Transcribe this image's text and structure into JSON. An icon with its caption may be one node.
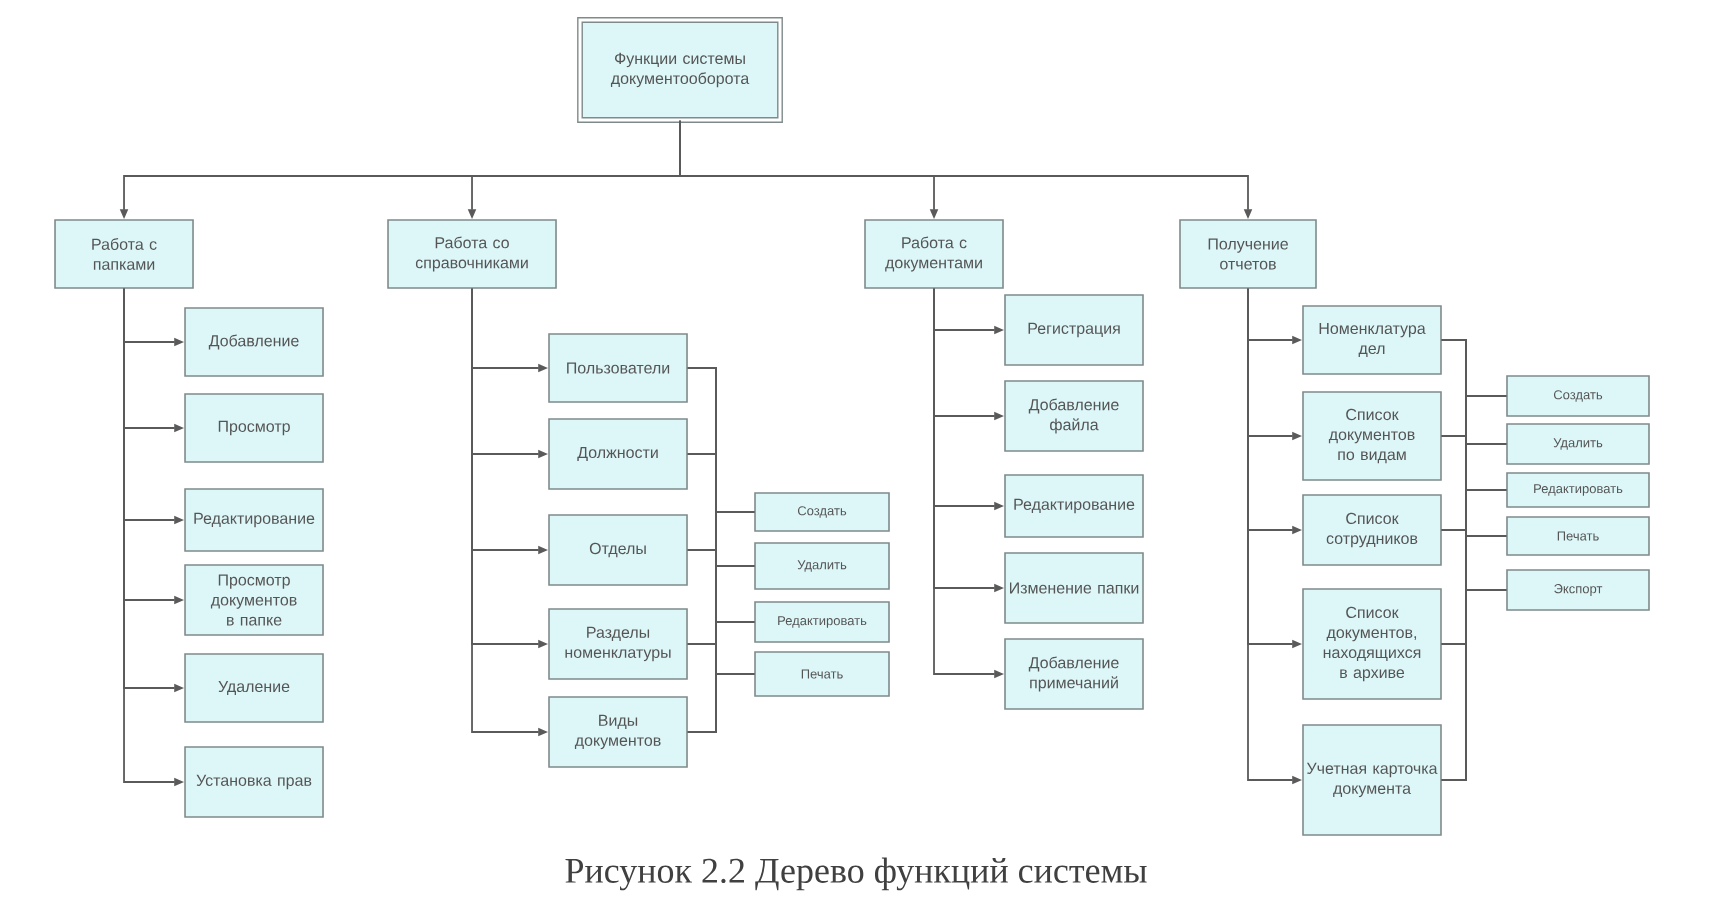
{
  "diagram": {
    "caption": "Рисунок 2.2 Дерево функций системы",
    "nodes": [
      {
        "text": [
          "Функции системы документооборота"
        ]
      },
      {
        "text": [
          "Работа с папками"
        ]
      },
      {
        "text": [
          "Работа со справочниками"
        ]
      },
      {
        "text": [
          "Работа с документами"
        ]
      },
      {
        "text": [
          "Получение отчетов"
        ]
      },
      {
        "text": [
          "Добавление"
        ]
      },
      {
        "text": [
          "Просмотр"
        ]
      },
      {
        "text": [
          "Редактирование"
        ]
      },
      {
        "text": [
          "Просмотр документов в папке"
        ]
      },
      {
        "text": [
          "Удаление"
        ]
      },
      {
        "text": [
          "Установка прав"
        ]
      },
      {
        "text": [
          "Пользователи"
        ]
      },
      {
        "text": [
          "Должности"
        ]
      },
      {
        "text": [
          "Отделы"
        ]
      },
      {
        "text": [
          "Разделы номенклатуры"
        ]
      },
      {
        "text": [
          "Виды документов"
        ]
      },
      {
        "text": [
          "Создать"
        ]
      },
      {
        "text": [
          "Удалить"
        ]
      },
      {
        "text": [
          "Редактировать"
        ]
      },
      {
        "text": [
          "Печать"
        ]
      },
      {
        "text": [
          "Регистрация"
        ]
      },
      {
        "text": [
          "Добавление файла"
        ]
      },
      {
        "text": [
          "Редактирование"
        ]
      },
      {
        "text": [
          "Изменение папки"
        ]
      },
      {
        "text": [
          "Добавление примечаний"
        ]
      },
      {
        "text": [
          "Номенклатура дел"
        ]
      },
      {
        "text": [
          "Список документов по видам"
        ]
      },
      {
        "text": [
          "Список сотрудников"
        ]
      },
      {
        "text": [
          "Список документов, находящихся в архиве"
        ]
      },
      {
        "text": [
          "Учетная карточка документа"
        ]
      },
      {
        "text": [
          "Создать"
        ]
      },
      {
        "text": [
          "Удалить"
        ]
      },
      {
        "text": [
          "Редактировать"
        ]
      },
      {
        "text": [
          "Печать"
        ]
      },
      {
        "text": [
          "Экспорт"
        ]
      }
    ],
    "edges": [
      {
        "from": 0,
        "to": 1,
        "arrow": "to"
      },
      {
        "from": 0,
        "to": 2,
        "arrow": "to"
      },
      {
        "from": 0,
        "to": 3,
        "arrow": "to"
      },
      {
        "from": 0,
        "to": 4,
        "arrow": "to"
      },
      {
        "from": 1,
        "to": 5,
        "arrow": "to"
      },
      {
        "from": 1,
        "to": 6,
        "arrow": "to"
      },
      {
        "from": 1,
        "to": 7,
        "arrow": "to"
      },
      {
        "from": 1,
        "to": 8,
        "arrow": "to"
      },
      {
        "from": 1,
        "to": 9,
        "arrow": "to"
      },
      {
        "from": 1,
        "to": 10,
        "arrow": "to"
      },
      {
        "from": 2,
        "to": 11,
        "arrow": "to"
      },
      {
        "from": 2,
        "to": 12,
        "arrow": "to"
      },
      {
        "from": 2,
        "to": 13,
        "arrow": "to"
      },
      {
        "from": 2,
        "to": 14,
        "arrow": "to"
      },
      {
        "from": 2,
        "to": 15,
        "arrow": "to"
      },
      {
        "from": 11,
        "to": 16,
        "arrow": "none"
      },
      {
        "from": 11,
        "to": 17,
        "arrow": "none"
      },
      {
        "from": 11,
        "to": 18,
        "arrow": "none"
      },
      {
        "from": 11,
        "to": 19,
        "arrow": "none"
      },
      {
        "from": 12,
        "to": 16,
        "arrow": "none"
      },
      {
        "from": 12,
        "to": 17,
        "arrow": "none"
      },
      {
        "from": 12,
        "to": 18,
        "arrow": "none"
      },
      {
        "from": 12,
        "to": 19,
        "arrow": "none"
      },
      {
        "from": 13,
        "to": 16,
        "arrow": "none"
      },
      {
        "from": 13,
        "to": 17,
        "arrow": "none"
      },
      {
        "from": 13,
        "to": 18,
        "arrow": "none"
      },
      {
        "from": 13,
        "to": 19,
        "arrow": "none"
      },
      {
        "from": 14,
        "to": 16,
        "arrow": "none"
      },
      {
        "from": 14,
        "to": 17,
        "arrow": "none"
      },
      {
        "from": 14,
        "to": 18,
        "arrow": "none"
      },
      {
        "from": 14,
        "to": 19,
        "arrow": "none"
      },
      {
        "from": 15,
        "to": 16,
        "arrow": "none"
      },
      {
        "from": 15,
        "to": 17,
        "arrow": "none"
      },
      {
        "from": 15,
        "to": 18,
        "arrow": "none"
      },
      {
        "from": 15,
        "to": 19,
        "arrow": "none"
      },
      {
        "from": 3,
        "to": 20,
        "arrow": "to"
      },
      {
        "from": 3,
        "to": 21,
        "arrow": "to"
      },
      {
        "from": 3,
        "to": 22,
        "arrow": "to"
      },
      {
        "from": 3,
        "to": 23,
        "arrow": "to"
      },
      {
        "from": 3,
        "to": 24,
        "arrow": "to"
      },
      {
        "from": 4,
        "to": 25,
        "arrow": "to"
      },
      {
        "from": 4,
        "to": 26,
        "arrow": "to"
      },
      {
        "from": 4,
        "to": 27,
        "arrow": "to"
      },
      {
        "from": 4,
        "to": 28,
        "arrow": "to"
      },
      {
        "from": 4,
        "to": 29,
        "arrow": "to"
      },
      {
        "from": 25,
        "to": 30,
        "arrow": "none"
      },
      {
        "from": 25,
        "to": 31,
        "arrow": "none"
      },
      {
        "from": 25,
        "to": 32,
        "arrow": "none"
      },
      {
        "from": 25,
        "to": 33,
        "arrow": "none"
      },
      {
        "from": 25,
        "to": 34,
        "arrow": "none"
      },
      {
        "from": 26,
        "to": 30,
        "arrow": "none"
      },
      {
        "from": 26,
        "to": 31,
        "arrow": "none"
      },
      {
        "from": 26,
        "to": 32,
        "arrow": "none"
      },
      {
        "from": 26,
        "to": 33,
        "arrow": "none"
      },
      {
        "from": 26,
        "to": 34,
        "arrow": "none"
      },
      {
        "from": 27,
        "to": 30,
        "arrow": "none"
      },
      {
        "from": 27,
        "to": 31,
        "arrow": "none"
      },
      {
        "from": 27,
        "to": 32,
        "arrow": "none"
      },
      {
        "from": 27,
        "to": 33,
        "arrow": "none"
      },
      {
        "from": 27,
        "to": 34,
        "arrow": "none"
      },
      {
        "from": 28,
        "to": 30,
        "arrow": "none"
      },
      {
        "from": 28,
        "to": 31,
        "arrow": "none"
      },
      {
        "from": 28,
        "to": 32,
        "arrow": "none"
      },
      {
        "from": 28,
        "to": 33,
        "arrow": "none"
      },
      {
        "from": 28,
        "to": 34,
        "arrow": "none"
      },
      {
        "from": 29,
        "to": 30,
        "arrow": "none"
      },
      {
        "from": 29,
        "to": 31,
        "arrow": "none"
      },
      {
        "from": 29,
        "to": 32,
        "arrow": "none"
      },
      {
        "from": 29,
        "to": 33,
        "arrow": "none"
      },
      {
        "from": 29,
        "to": 34,
        "arrow": "none"
      }
    ]
  }
}
